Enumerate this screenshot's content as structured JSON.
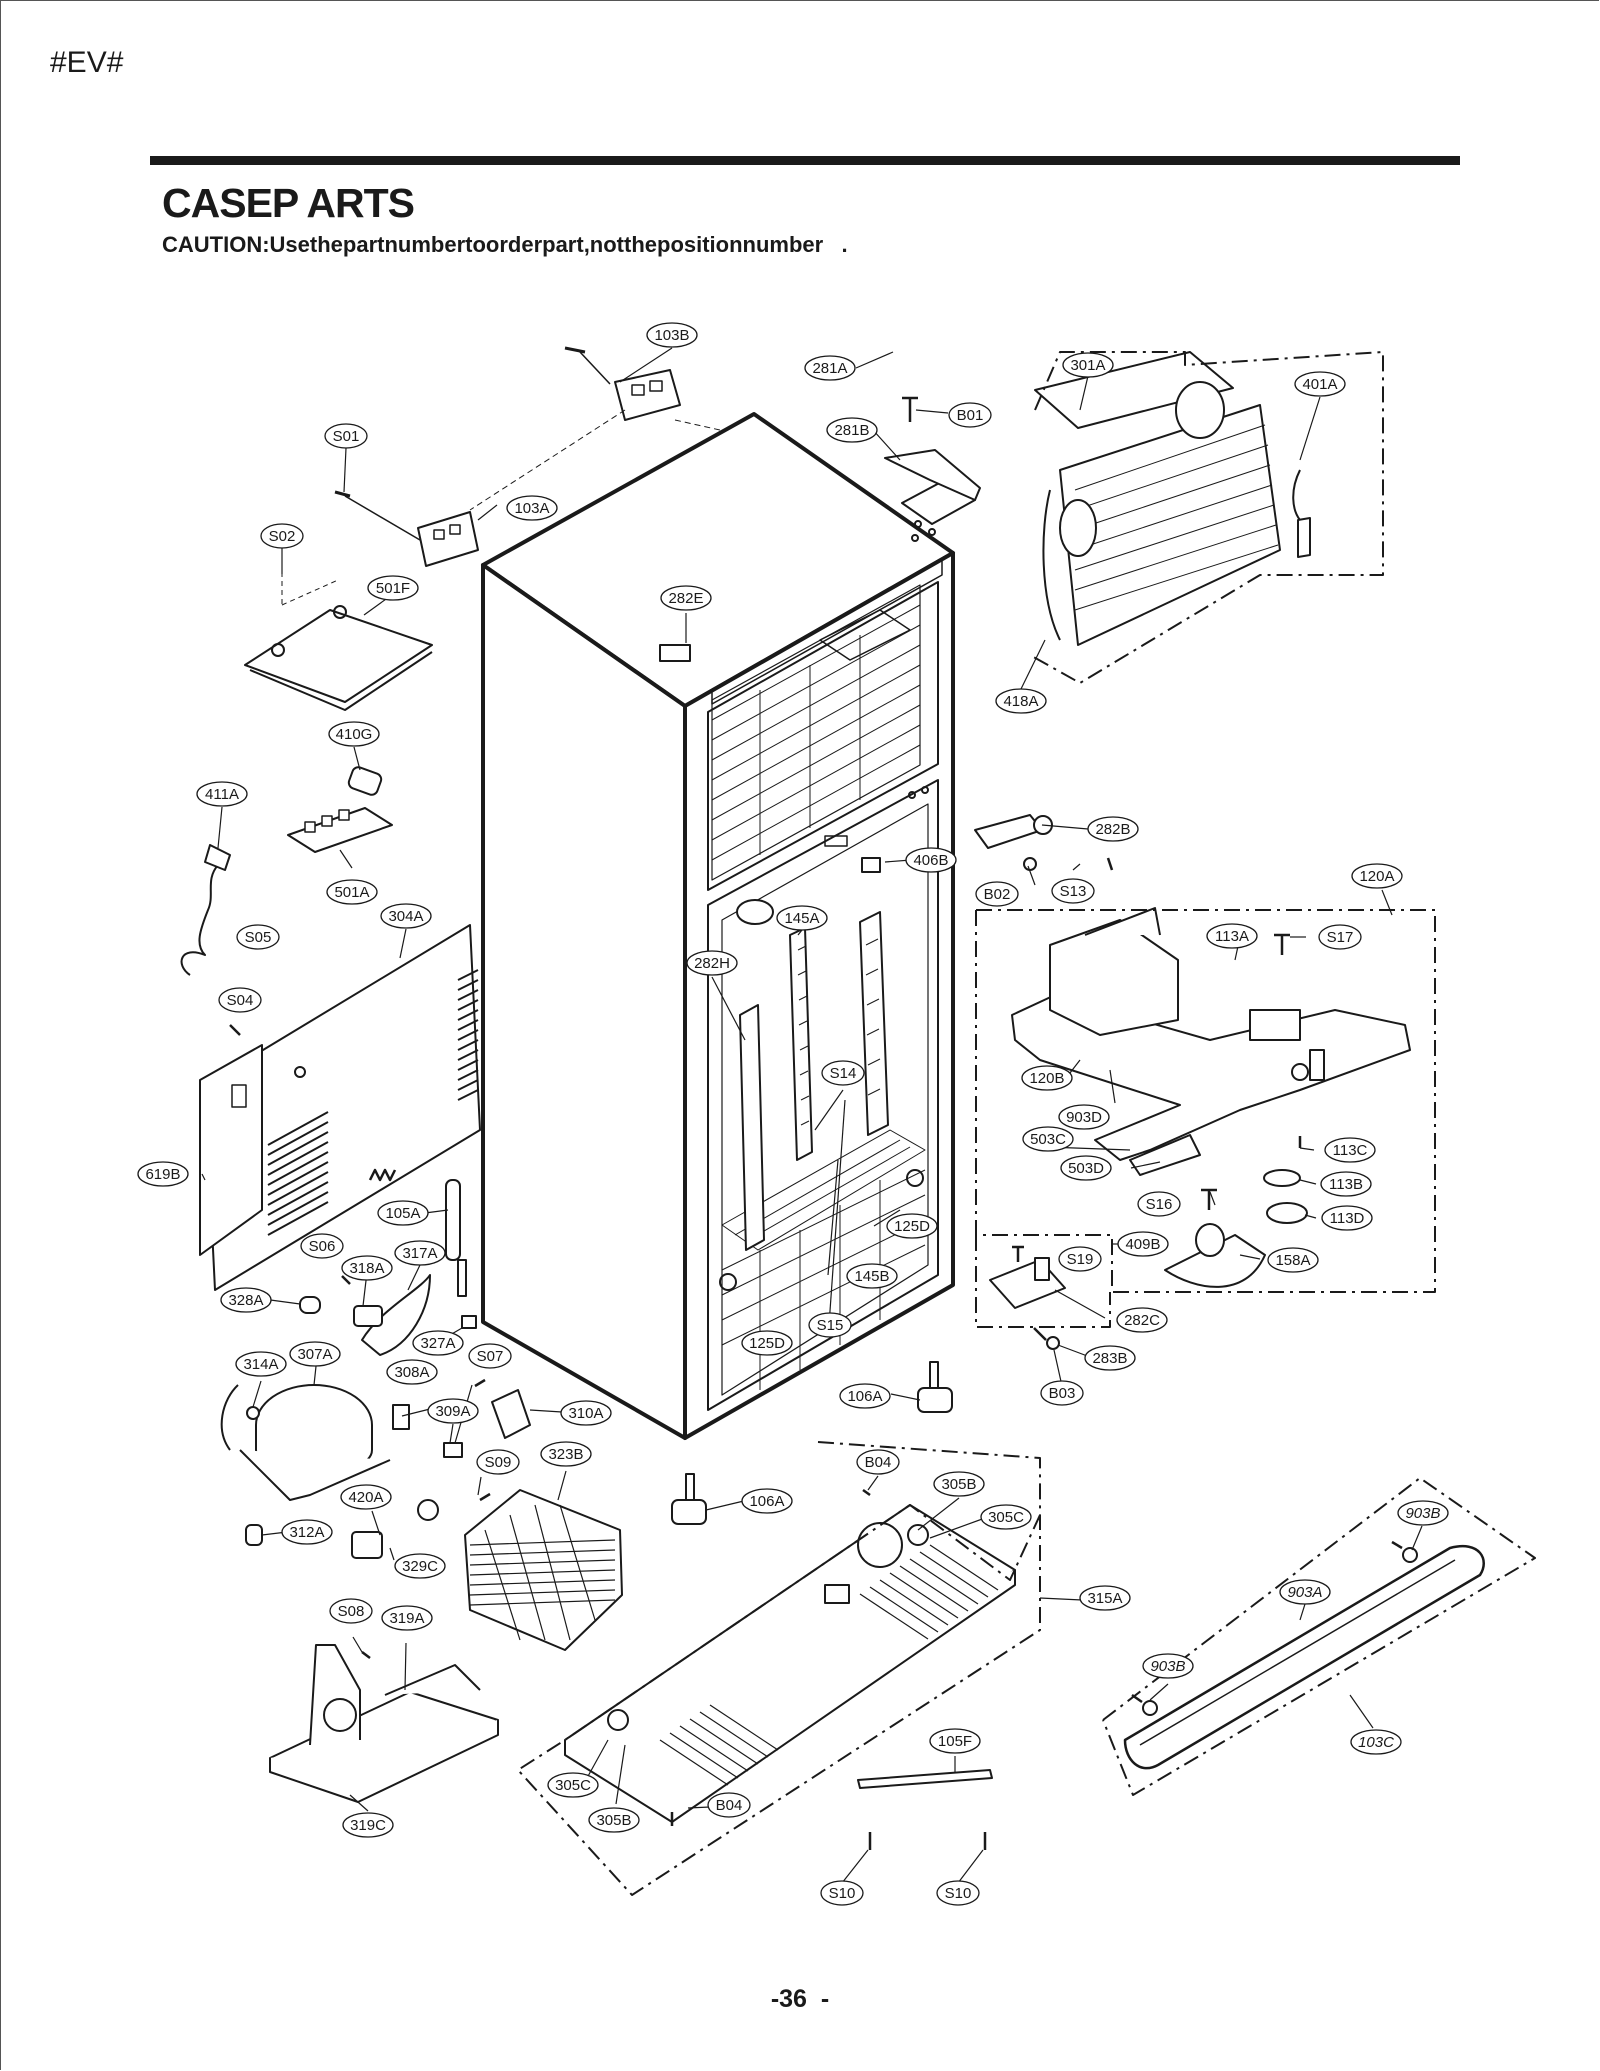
{
  "header": {
    "tag": "#EV#"
  },
  "section": {
    "title": "CASEP ARTS",
    "caution": "CAUTION:Usethepartnumbertoorderpart,notthepositionnumber   ."
  },
  "diagram": {
    "labels": [
      {
        "id": "l-103B-top",
        "text": "103B"
      },
      {
        "id": "l-281A",
        "text": "281A"
      },
      {
        "id": "l-301A",
        "text": "301A"
      },
      {
        "id": "l-401A",
        "text": "401A"
      },
      {
        "id": "l-B01",
        "text": "B01"
      },
      {
        "id": "l-281B",
        "text": "281B"
      },
      {
        "id": "l-S01",
        "text": "S01"
      },
      {
        "id": "l-103A",
        "text": "103A"
      },
      {
        "id": "l-S02",
        "text": "S02"
      },
      {
        "id": "l-501F",
        "text": "501F"
      },
      {
        "id": "l-282E",
        "text": "282E"
      },
      {
        "id": "l-418A",
        "text": "418A"
      },
      {
        "id": "l-410G",
        "text": "410G"
      },
      {
        "id": "l-411A",
        "text": "411A"
      },
      {
        "id": "l-282B",
        "text": "282B"
      },
      {
        "id": "l-501A",
        "text": "501A"
      },
      {
        "id": "l-406B",
        "text": "406B"
      },
      {
        "id": "l-B02",
        "text": "B02"
      },
      {
        "id": "l-S13",
        "text": "S13"
      },
      {
        "id": "l-120A",
        "text": "120A"
      },
      {
        "id": "l-304A",
        "text": "304A"
      },
      {
        "id": "l-145A",
        "text": "145A"
      },
      {
        "id": "l-S05",
        "text": "S05"
      },
      {
        "id": "l-113A",
        "text": "113A"
      },
      {
        "id": "l-S17",
        "text": "S17"
      },
      {
        "id": "l-282H",
        "text": "282H"
      },
      {
        "id": "l-S04",
        "text": "S04"
      },
      {
        "id": "l-S14",
        "text": "S14"
      },
      {
        "id": "l-120B",
        "text": "120B"
      },
      {
        "id": "l-903D",
        "text": "903D"
      },
      {
        "id": "l-503C",
        "text": "503C"
      },
      {
        "id": "l-113C",
        "text": "113C"
      },
      {
        "id": "l-503D",
        "text": "503D"
      },
      {
        "id": "l-113B",
        "text": "113B"
      },
      {
        "id": "l-619B",
        "text": "619B"
      },
      {
        "id": "l-S16",
        "text": "S16"
      },
      {
        "id": "l-105A",
        "text": "105A"
      },
      {
        "id": "l-113D",
        "text": "113D"
      },
      {
        "id": "l-125D-right",
        "text": "125D"
      },
      {
        "id": "l-S06",
        "text": "S06"
      },
      {
        "id": "l-317A",
        "text": "317A"
      },
      {
        "id": "l-409B",
        "text": "409B"
      },
      {
        "id": "l-S19",
        "text": "S19"
      },
      {
        "id": "l-158A",
        "text": "158A"
      },
      {
        "id": "l-318A",
        "text": "318A"
      },
      {
        "id": "l-145B",
        "text": "145B"
      },
      {
        "id": "l-328A",
        "text": "328A"
      },
      {
        "id": "l-S15",
        "text": "S15"
      },
      {
        "id": "l-282C",
        "text": "282C"
      },
      {
        "id": "l-327A",
        "text": "327A"
      },
      {
        "id": "l-125D-left",
        "text": "125D"
      },
      {
        "id": "l-283B",
        "text": "283B"
      },
      {
        "id": "l-314A",
        "text": "314A"
      },
      {
        "id": "l-307A",
        "text": "307A"
      },
      {
        "id": "l-S07",
        "text": "S07"
      },
      {
        "id": "l-308A",
        "text": "308A"
      },
      {
        "id": "l-106A-right",
        "text": "106A"
      },
      {
        "id": "l-B03",
        "text": "B03"
      },
      {
        "id": "l-309A",
        "text": "309A"
      },
      {
        "id": "l-310A",
        "text": "310A"
      },
      {
        "id": "l-B04-top",
        "text": "B04"
      },
      {
        "id": "l-S09",
        "text": "S09"
      },
      {
        "id": "l-323B",
        "text": "323B"
      },
      {
        "id": "l-305B-top",
        "text": "305B"
      },
      {
        "id": "l-420A",
        "text": "420A"
      },
      {
        "id": "l-106A-left",
        "text": "106A"
      },
      {
        "id": "l-305C-top",
        "text": "305C"
      },
      {
        "id": "l-903B-top",
        "text": "903B"
      },
      {
        "id": "l-312A",
        "text": "312A"
      },
      {
        "id": "l-329C",
        "text": "329C"
      },
      {
        "id": "l-903A",
        "text": "903A"
      },
      {
        "id": "l-315A",
        "text": "315A"
      },
      {
        "id": "l-S08",
        "text": "S08"
      },
      {
        "id": "l-319A",
        "text": "319A"
      },
      {
        "id": "l-903B-bottom",
        "text": "903B"
      },
      {
        "id": "l-103C",
        "text": "103C"
      },
      {
        "id": "l-105F",
        "text": "105F"
      },
      {
        "id": "l-305C-bottom",
        "text": "305C"
      },
      {
        "id": "l-B04-bottom",
        "text": "B04"
      },
      {
        "id": "l-305B-bottom",
        "text": "305B"
      },
      {
        "id": "l-319C",
        "text": "319C"
      },
      {
        "id": "l-S10-left",
        "text": "S10"
      },
      {
        "id": "l-S10-right",
        "text": "S10"
      }
    ]
  },
  "footer": {
    "page_number": "-36  -"
  }
}
